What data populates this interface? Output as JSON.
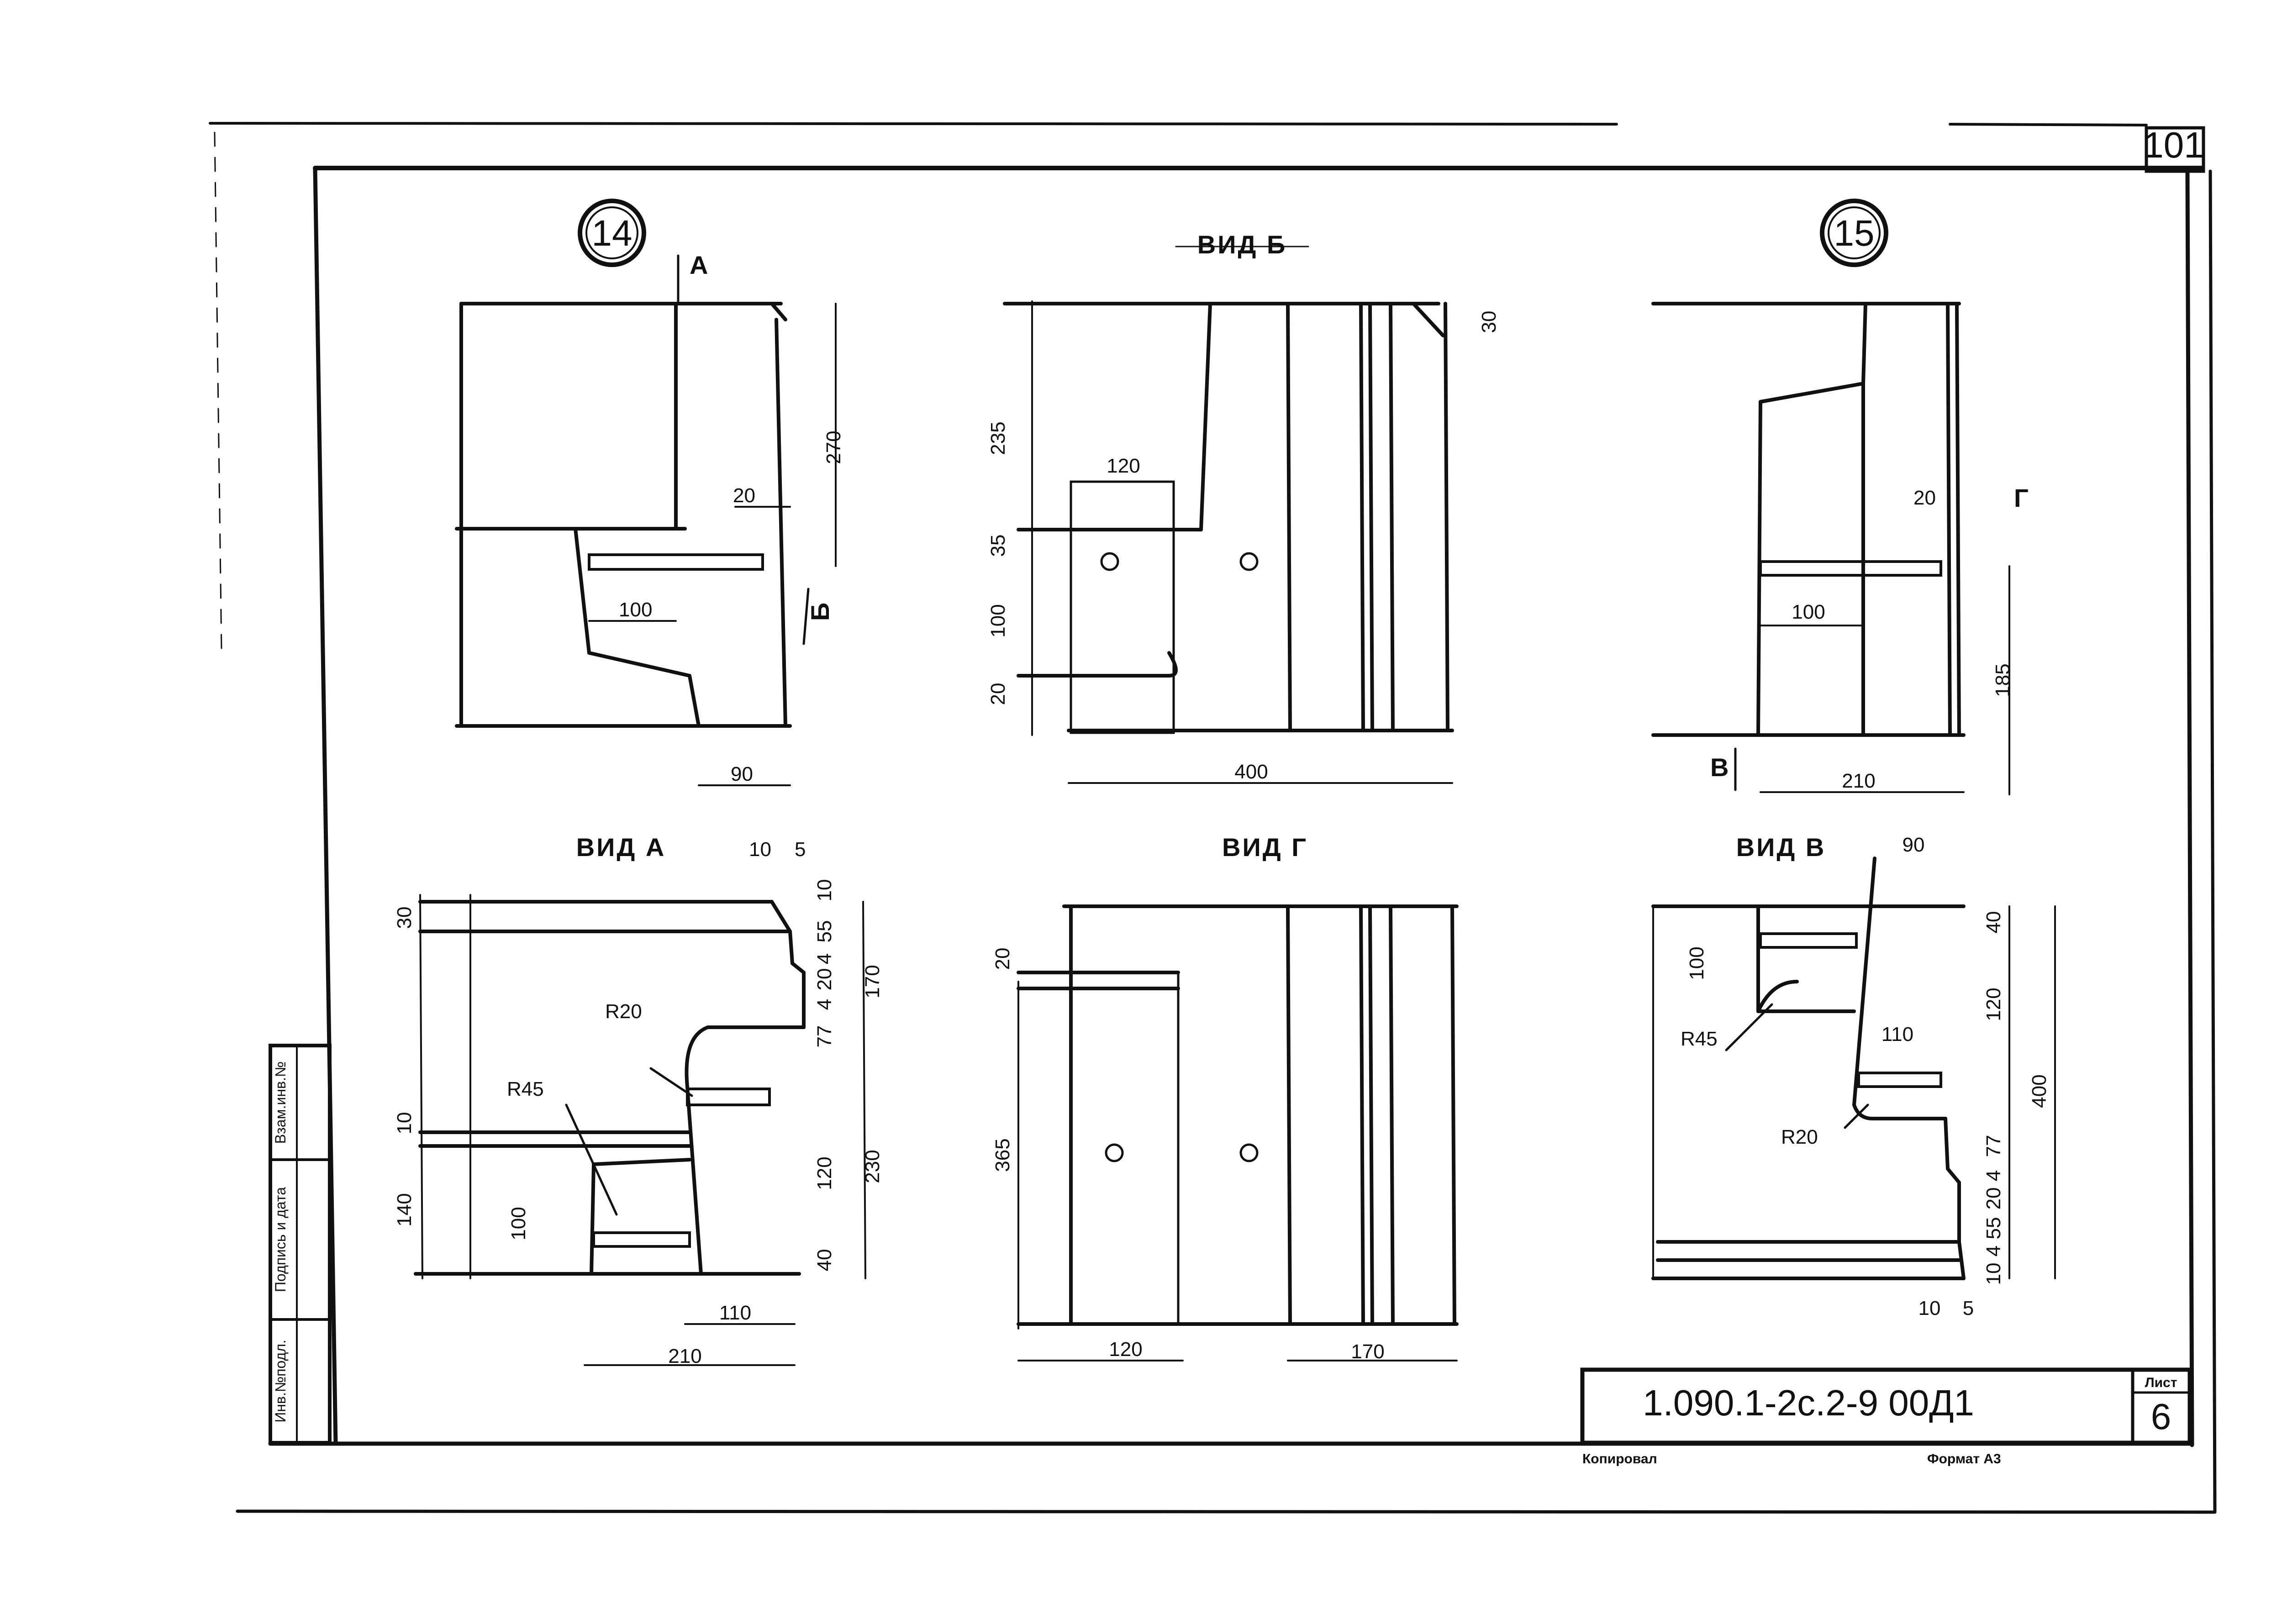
{
  "sheet_number": "101",
  "details": {
    "d14": "14",
    "d15": "15"
  },
  "views": {
    "b": "ВИД Б",
    "a": "ВИД А",
    "g": "ВИД Г",
    "v": "ВИД В"
  },
  "markers": {
    "a": "А",
    "b": "Б",
    "g": "Г",
    "v": "В"
  },
  "dims": {
    "d14": {
      "h270": "270",
      "w20": "20",
      "w100": "100",
      "w90": "90"
    },
    "vb": {
      "h235": "235",
      "h35": "35",
      "h100": "100",
      "h20": "20",
      "w120": "120",
      "w400": "400",
      "h30": "30"
    },
    "d15": {
      "w20": "20",
      "w100": "100",
      "h185": "185",
      "w210": "210"
    },
    "va": {
      "w10": "10",
      "w5": "5",
      "h30": "30",
      "h10a": "10",
      "h55": "55",
      "h4a": "4",
      "h20": "20",
      "h4b": "4",
      "h77": "77",
      "h170": "170",
      "r20": "R20",
      "r45": "R45",
      "h10b": "10",
      "h140": "140",
      "h100": "100",
      "h120": "120",
      "h230": "230",
      "h40": "40",
      "w110": "110",
      "w210": "210"
    },
    "vg": {
      "h20": "20",
      "h365": "365",
      "w120": "120",
      "w170": "170"
    },
    "vv": {
      "w90": "90",
      "h100": "100",
      "h40": "40",
      "h120": "120",
      "r45": "R45",
      "w110": "110",
      "h400": "400",
      "r20": "R20",
      "h77": "77",
      "h4a": "4",
      "h20": "20",
      "h55": "55",
      "h4b": "4",
      "h10": "10",
      "w10": "10",
      "w5": "5"
    }
  },
  "stamp": {
    "code": "1.090.1-2с.2-9  00Д1",
    "sheet_label": "Лист",
    "sheet_value": "6",
    "copied": "Копировал",
    "format": "Формат А3"
  },
  "side_table": [
    "Взам.инв.№",
    "Подпись и дата",
    "Инв.№подл."
  ]
}
